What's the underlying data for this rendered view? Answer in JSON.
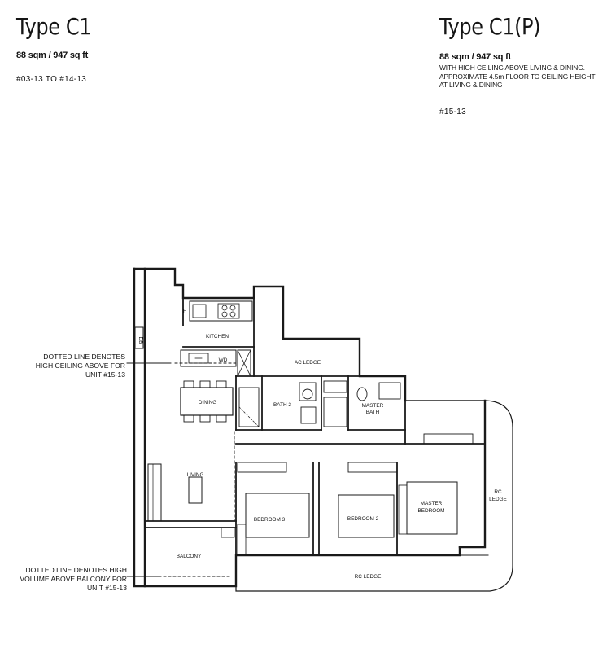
{
  "left": {
    "title": "Type C1",
    "area": "88 sqm / 947 sq ft",
    "units": "#03-13  TO  #14-13"
  },
  "right": {
    "title": "Type C1(P)",
    "area": "88 sqm / 947 sq ft",
    "notes": [
      "WITH HIGH CEILING ABOVE LIVING & DINING.",
      "APPROXIMATE 4.5m FLOOR TO CEILING HEIGHT",
      "AT LIVING & DINING"
    ],
    "units": "#15-13"
  },
  "annotations": {
    "ceiling": [
      "DOTTED LINE DENOTES",
      "HIGH CEILING ABOVE FOR",
      "UNIT #15-13"
    ],
    "balcony": [
      "DOTTED LINE DENOTES HIGH",
      "VOLUME ABOVE BALCONY FOR",
      "UNIT #15-13"
    ]
  },
  "rooms": {
    "db": "DB",
    "kitchen": "KITCHEN",
    "wd": "WD",
    "ac_ledge": "AC LEDGE",
    "dining": "DINING",
    "bath2": "BATH 2",
    "master_bath": [
      "MASTER",
      "BATH"
    ],
    "living": "LIVING",
    "bedroom3": "BEDROOM 3",
    "bedroom2": "BEDROOM 2",
    "master_bedroom": [
      "MASTER",
      "BEDROOM"
    ],
    "rc_ledge_side": [
      "RC",
      "LEDGE"
    ],
    "balcony": "BALCONY",
    "rc_ledge_bottom": "RC LEDGE"
  }
}
